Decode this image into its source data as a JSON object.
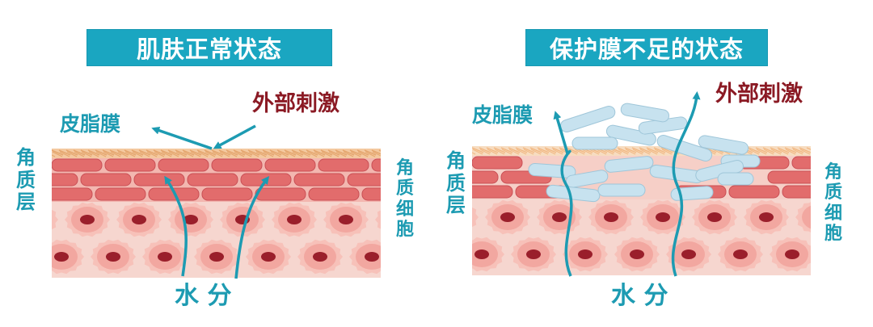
{
  "left": {
    "title": "肌肤正常状态",
    "sebum_film": "皮脂膜",
    "external_stimulus": "外部刺激",
    "stratum_corneum": "角\n质\n层",
    "corneocytes": "角\n质\n细\n胞",
    "moisture": "水 分"
  },
  "right": {
    "title": "保护膜不足的状态",
    "sebum_film": "皮脂膜",
    "external_stimulus": "外部刺激",
    "stratum_corneum": "角\n质\n层",
    "corneocytes": "角\n质\n细\n胞",
    "moisture": "水 分"
  },
  "colors": {
    "banner": "#1aa6c1",
    "teal_text": "#1d9bb2",
    "stimulus_text": "#8b1a24",
    "sebum": "#f4c9a0",
    "corneocyte": "#e26c6c",
    "cell_bg": "#f6d6cf",
    "cell": "#f2a7a0",
    "nucleus": "#9a1f2b",
    "irritant": "#c7e2ef"
  }
}
